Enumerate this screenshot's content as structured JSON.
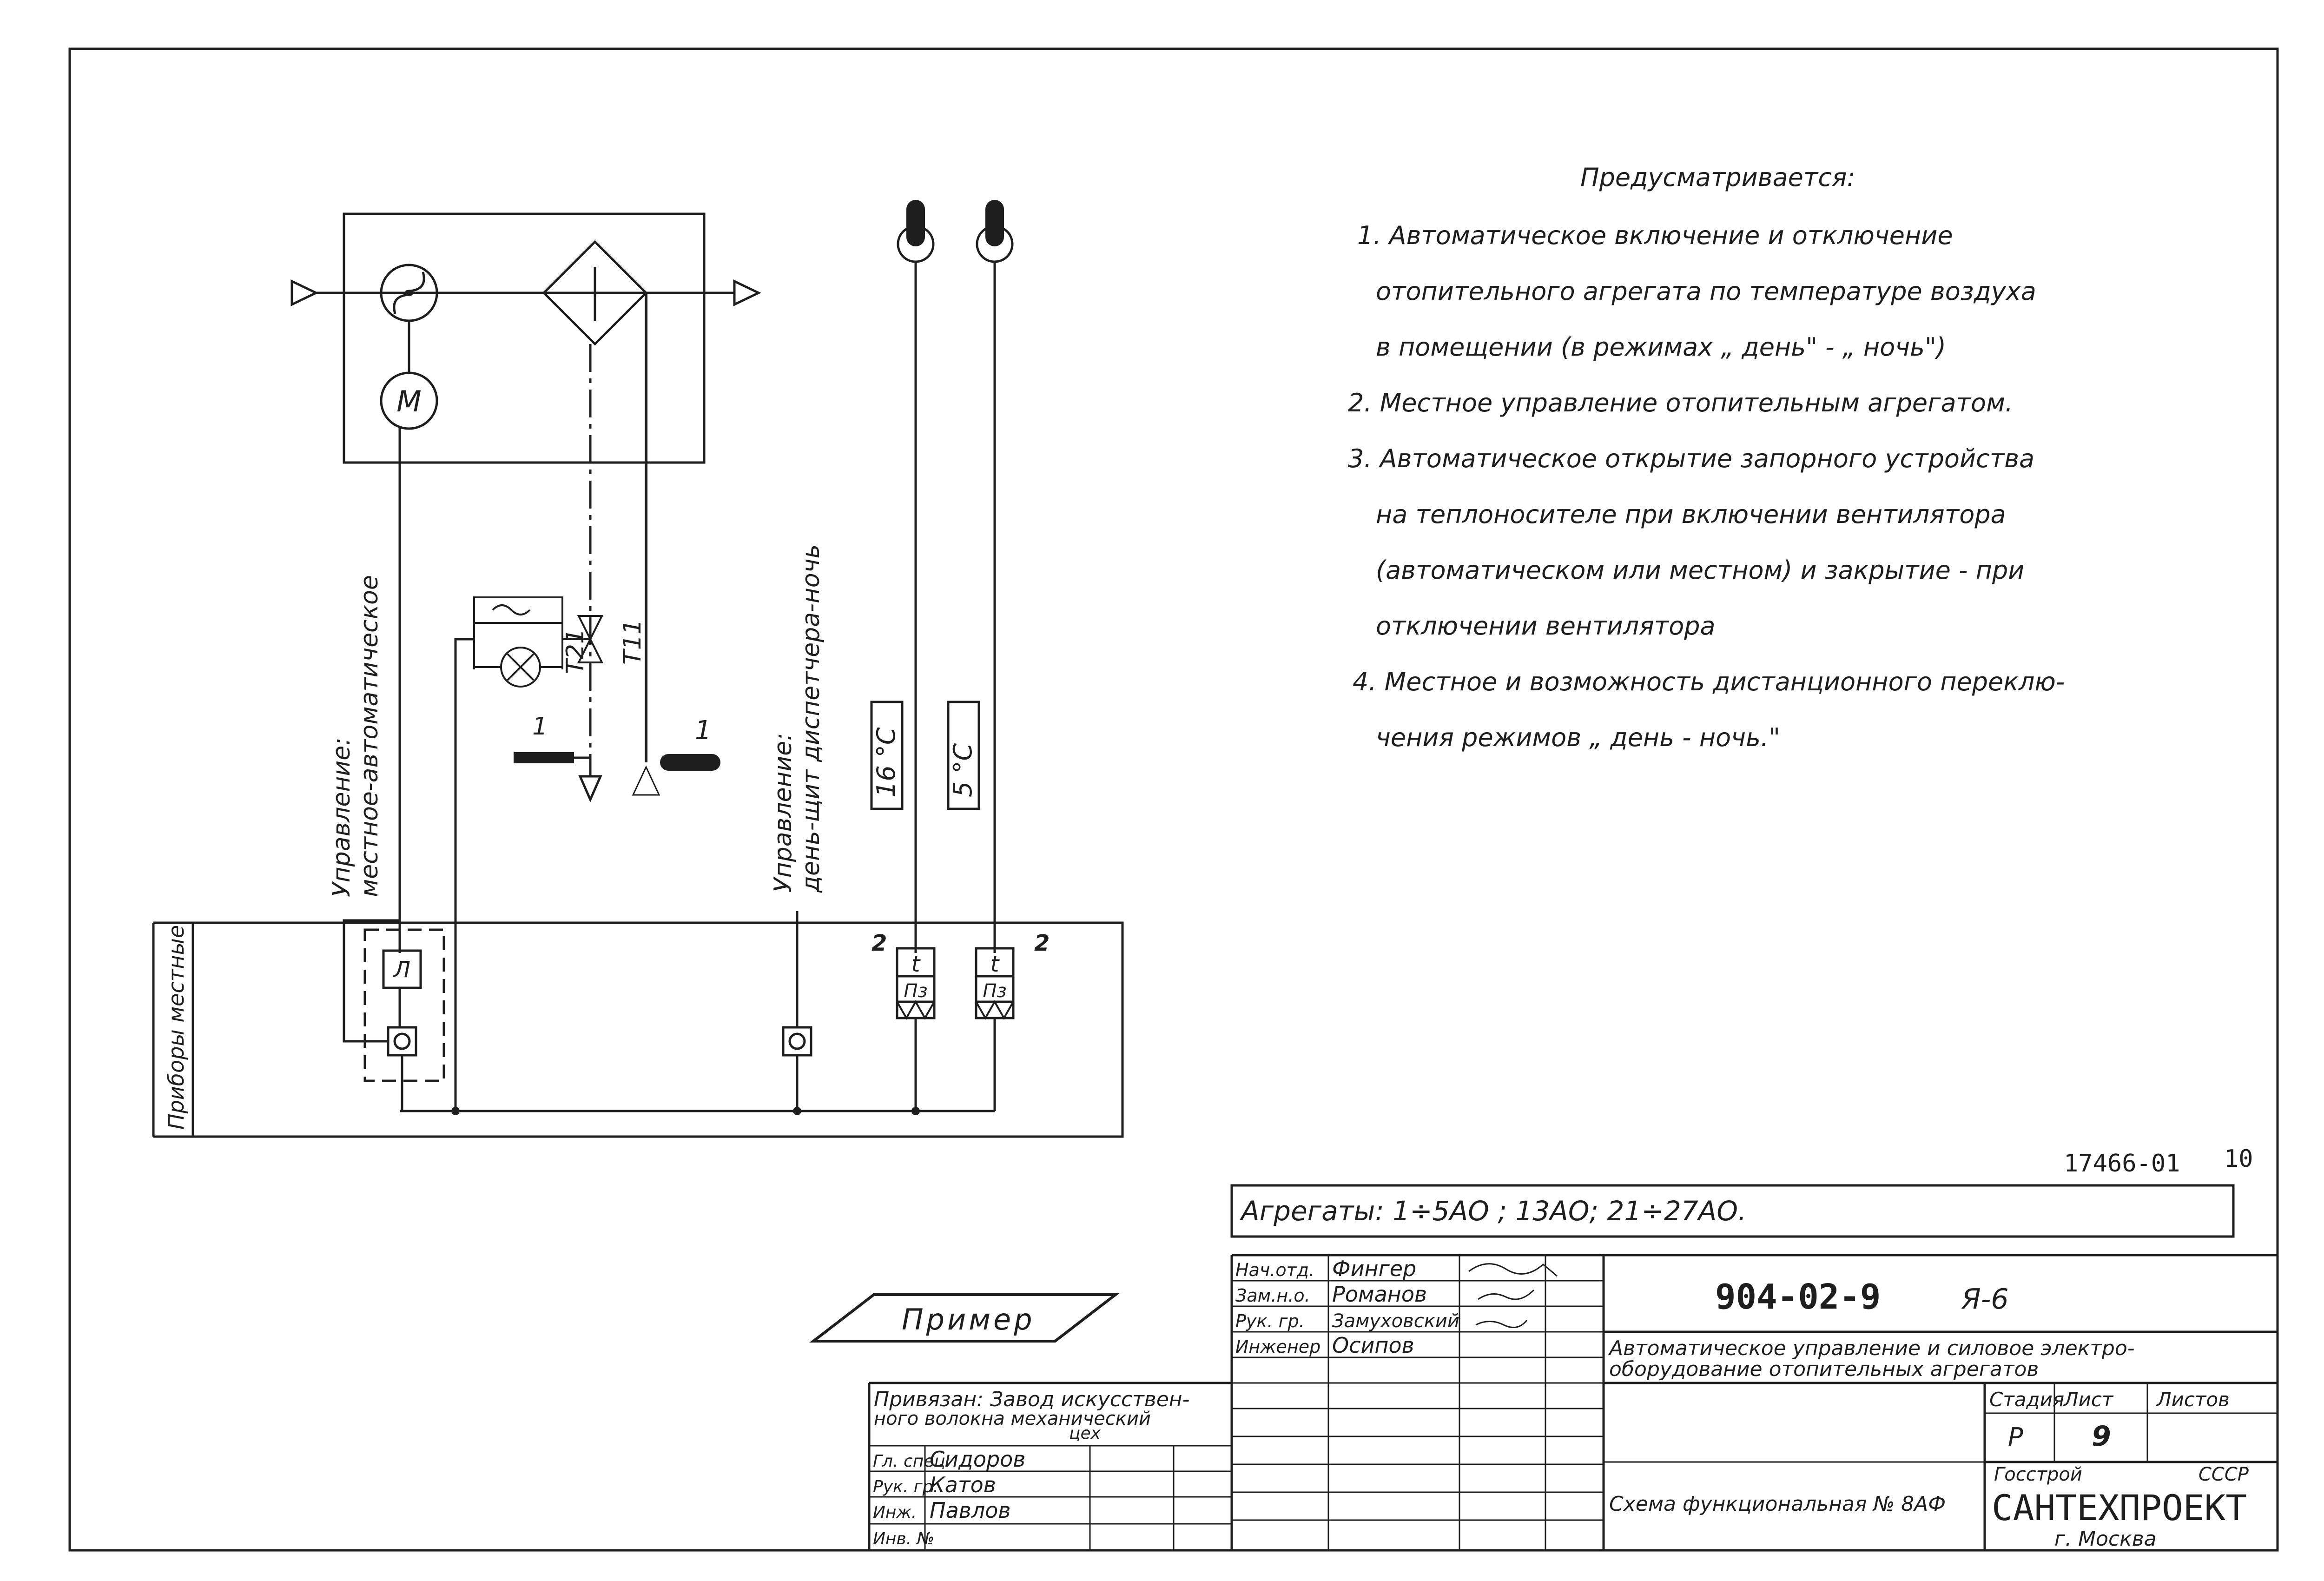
{
  "notes": {
    "heading": "Предусматривается:",
    "lines": [
      "1. Автоматическое включение и отключение",
      "отопительного агрегата по температуре воздуха",
      "в помещении (в режимах „ день\" - „ ночь\")",
      "2. Местное управление отопительным агрегатом.",
      "3. Автоматическое открытие запорного устройства",
      "на теплоносителе при включении вентилятора",
      "(автоматическом или местном) и закрытие - при",
      "отключении вентилятора",
      "4. Местное и возможность дистанционного переклю-",
      "чения режимов „ день - ночь.\""
    ]
  },
  "diagram": {
    "motor_label": "М",
    "control_left_1": "Управление:",
    "control_left_2": "местное-автоматическое",
    "control_mid_1": "Управление:",
    "control_mid_2": "день-щит диспетчера-ночь",
    "pipe_t21": "Т21",
    "pipe_t11": "Т11",
    "callout_1a": "1",
    "callout_1b": "1",
    "temp_16": "16 °С",
    "temp_5": "5 °С",
    "relay_label": "Л",
    "sensor_t": "t",
    "sensor_pz": "Пз",
    "callout_2a": "2",
    "callout_2b": "2",
    "field_label": "Приборы местные"
  },
  "sheet": {
    "sheet_id": "17466-01",
    "page_num": "10",
    "aggregates": "Агрегаты:  1÷5АО ; 13АО; 21÷27АО.",
    "stamp": "Пример"
  },
  "titleblock": {
    "signers": [
      {
        "role": "Нач.отд.",
        "name": "Фингер"
      },
      {
        "role": "Зам.н.о.",
        "name": "Романов"
      },
      {
        "role": "Рук. гр.",
        "name": "Замуховский"
      },
      {
        "role": "Инженер",
        "name": "Осипов"
      }
    ],
    "doc_code": "904-02-9",
    "doc_suffix": "Я-6",
    "title_1": "Автоматическое управление и силовое электро-",
    "title_2": "оборудование отопительных агрегатов",
    "stage_hdr": "Стадия",
    "sheet_hdr": "Лист",
    "sheets_hdr": "Листов",
    "stage": "Р",
    "sheet_no": "9",
    "scheme": "Схема функциональная № 8АФ",
    "org_1": "Госстрой",
    "org_2": "СССР",
    "org_3": "САНТЕХПРОЕКТ",
    "org_4": "г. Москва"
  },
  "binding": {
    "line_1": "Привязан: Завод искусствен-",
    "line_2": "ного волокна механический",
    "line_3": "цех",
    "rows": [
      {
        "role": "Гл. спец.",
        "name": "Сидоров"
      },
      {
        "role": "Рук. гр.",
        "name": "Катов"
      },
      {
        "role": "Инж.",
        "name": "Павлов"
      },
      {
        "role": "Инв. №",
        "name": ""
      }
    ]
  }
}
